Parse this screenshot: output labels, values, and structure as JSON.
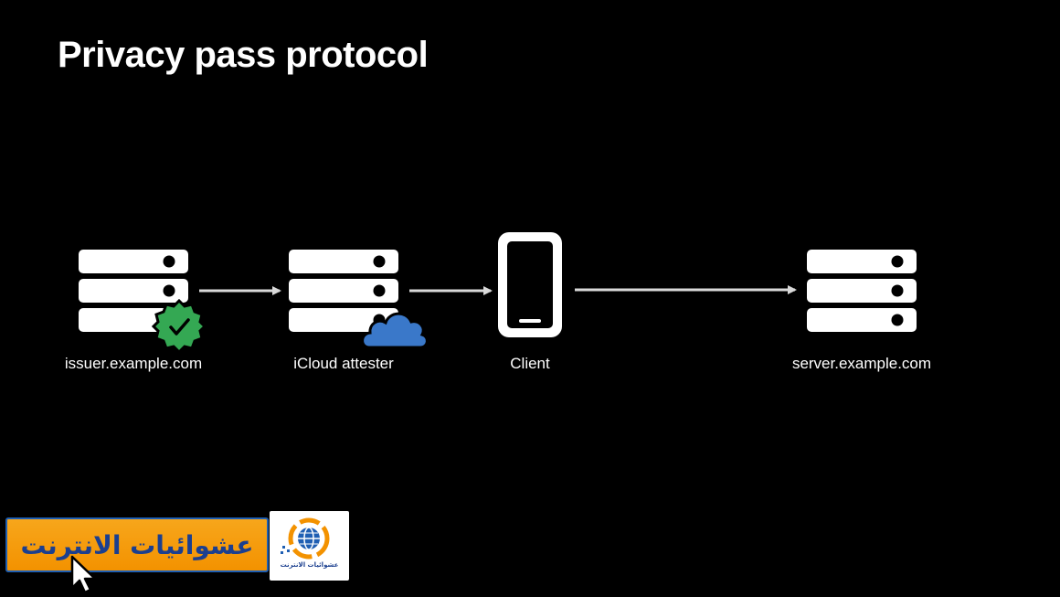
{
  "title": "Privacy pass protocol",
  "nodes": [
    {
      "id": "issuer",
      "label": "issuer.example.com",
      "icon": "server-icon",
      "badge": "checkmark-badge-icon"
    },
    {
      "id": "attester",
      "label": "iCloud attester",
      "icon": "server-icon",
      "badge": "cloud-icon"
    },
    {
      "id": "client",
      "label": "Client",
      "icon": "phone-icon"
    },
    {
      "id": "server",
      "label": "server.example.com",
      "icon": "server-icon"
    }
  ],
  "edges": [
    {
      "from": "issuer",
      "to": "attester"
    },
    {
      "from": "attester",
      "to": "client"
    },
    {
      "from": "client",
      "to": "server"
    }
  ],
  "watermark": {
    "text": "عشوائيات الانترنت",
    "logo_caption": "عشوائيات الانترنت"
  },
  "colors": {
    "background": "#000000",
    "foreground": "#ffffff",
    "arrow": "#d9d9d9",
    "badge_green": "#34a853",
    "cloud_blue": "#3a78c9",
    "banner_orange": "#f39200"
  }
}
